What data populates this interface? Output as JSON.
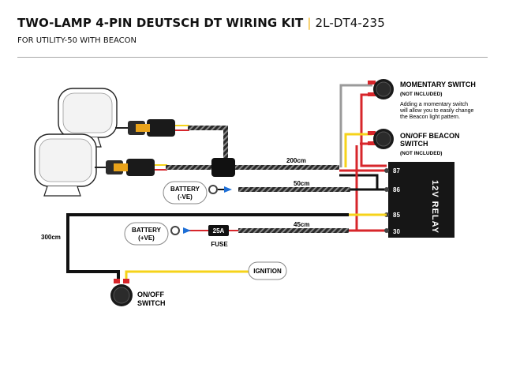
{
  "header": {
    "title": "TWO-LAMP 4-PIN DEUTSCH DT WIRING KIT",
    "separator": "|",
    "code": "2L-DT4-235",
    "subtitle": "FOR UTILITY-50 WITH BEACON"
  },
  "labels": {
    "momentary_switch": "MOMENTARY SWITCH",
    "momentary_not_included": "(NOT INCLUDED)",
    "momentary_note_1": "Adding a momentary switch",
    "momentary_note_2": "will allow you to easily change",
    "momentary_note_3": "the Beacon light pattern.",
    "beacon_switch_1": "ON/OFF BEACON",
    "beacon_switch_2": "SWITCH",
    "beacon_not_included": "(NOT INCLUDED)",
    "relay": "12V RELAY",
    "pin_87": "87",
    "pin_86": "86",
    "pin_85": "85",
    "pin_30": "30",
    "len_200": "200cm",
    "len_50": "50cm",
    "len_45": "45cm",
    "len_300": "300cm",
    "battery_neg_1": "BATTERY",
    "battery_neg_2": "(-VE)",
    "battery_pos_1": "BATTERY",
    "battery_pos_2": "(+VE)",
    "fuse_value": "25A",
    "fuse": "FUSE",
    "ignition": "IGNITION",
    "onoff_switch_1": "ON/OFF",
    "onoff_switch_2": "SWITCH"
  },
  "colors": {
    "red": "#d7262b",
    "yellow": "#f6d31a",
    "black": "#111111",
    "gray": "#9a9a9a",
    "blue": "#1e6fd6",
    "accent": "#f2b418"
  }
}
